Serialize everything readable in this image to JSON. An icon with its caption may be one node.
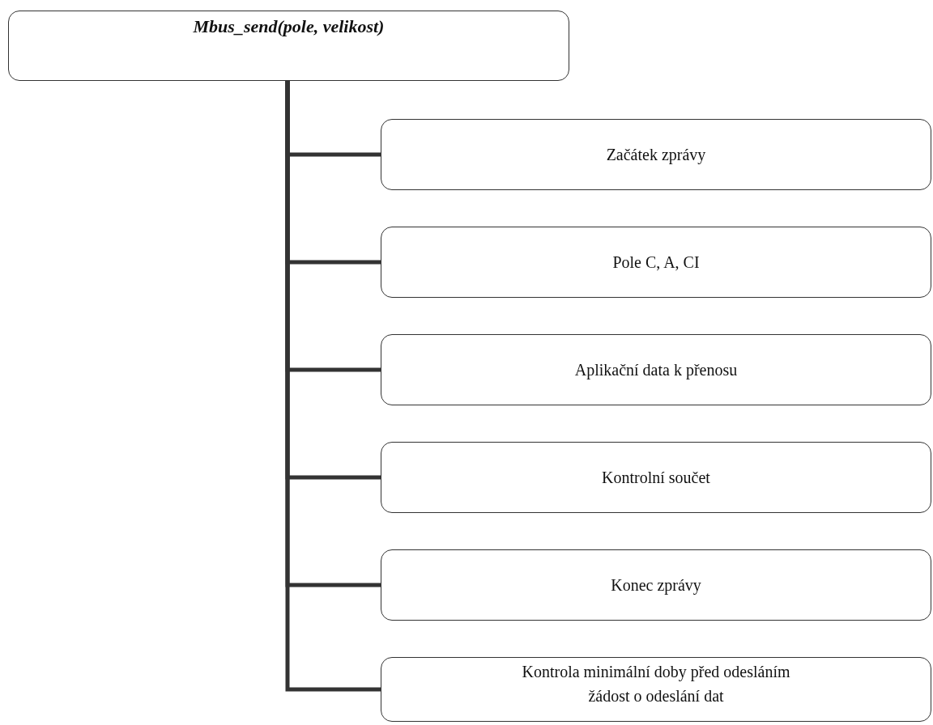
{
  "diagram": {
    "nodes": [
      {
        "text": [
          "Mbus_send(pole, velikost)"
        ]
      },
      {
        "text": [
          "Začátek zprávy"
        ]
      },
      {
        "text": [
          "Pole C, A, CI"
        ]
      },
      {
        "text": [
          "Aplikační data k přenosu"
        ]
      },
      {
        "text": [
          "Kontrolní součet"
        ]
      },
      {
        "text": [
          "Konec zprávy"
        ]
      },
      {
        "text": [
          "Kontrola minimální doby před odesláním žádost o odeslání dat"
        ]
      }
    ],
    "edges": [
      {
        "from": 0,
        "to": 1,
        "arrow": "none"
      },
      {
        "from": 0,
        "to": 2,
        "arrow": "none"
      },
      {
        "from": 0,
        "to": 3,
        "arrow": "none"
      },
      {
        "from": 0,
        "to": 4,
        "arrow": "none"
      },
      {
        "from": 0,
        "to": 5,
        "arrow": "none"
      },
      {
        "from": 0,
        "to": 6,
        "arrow": "none"
      }
    ]
  }
}
